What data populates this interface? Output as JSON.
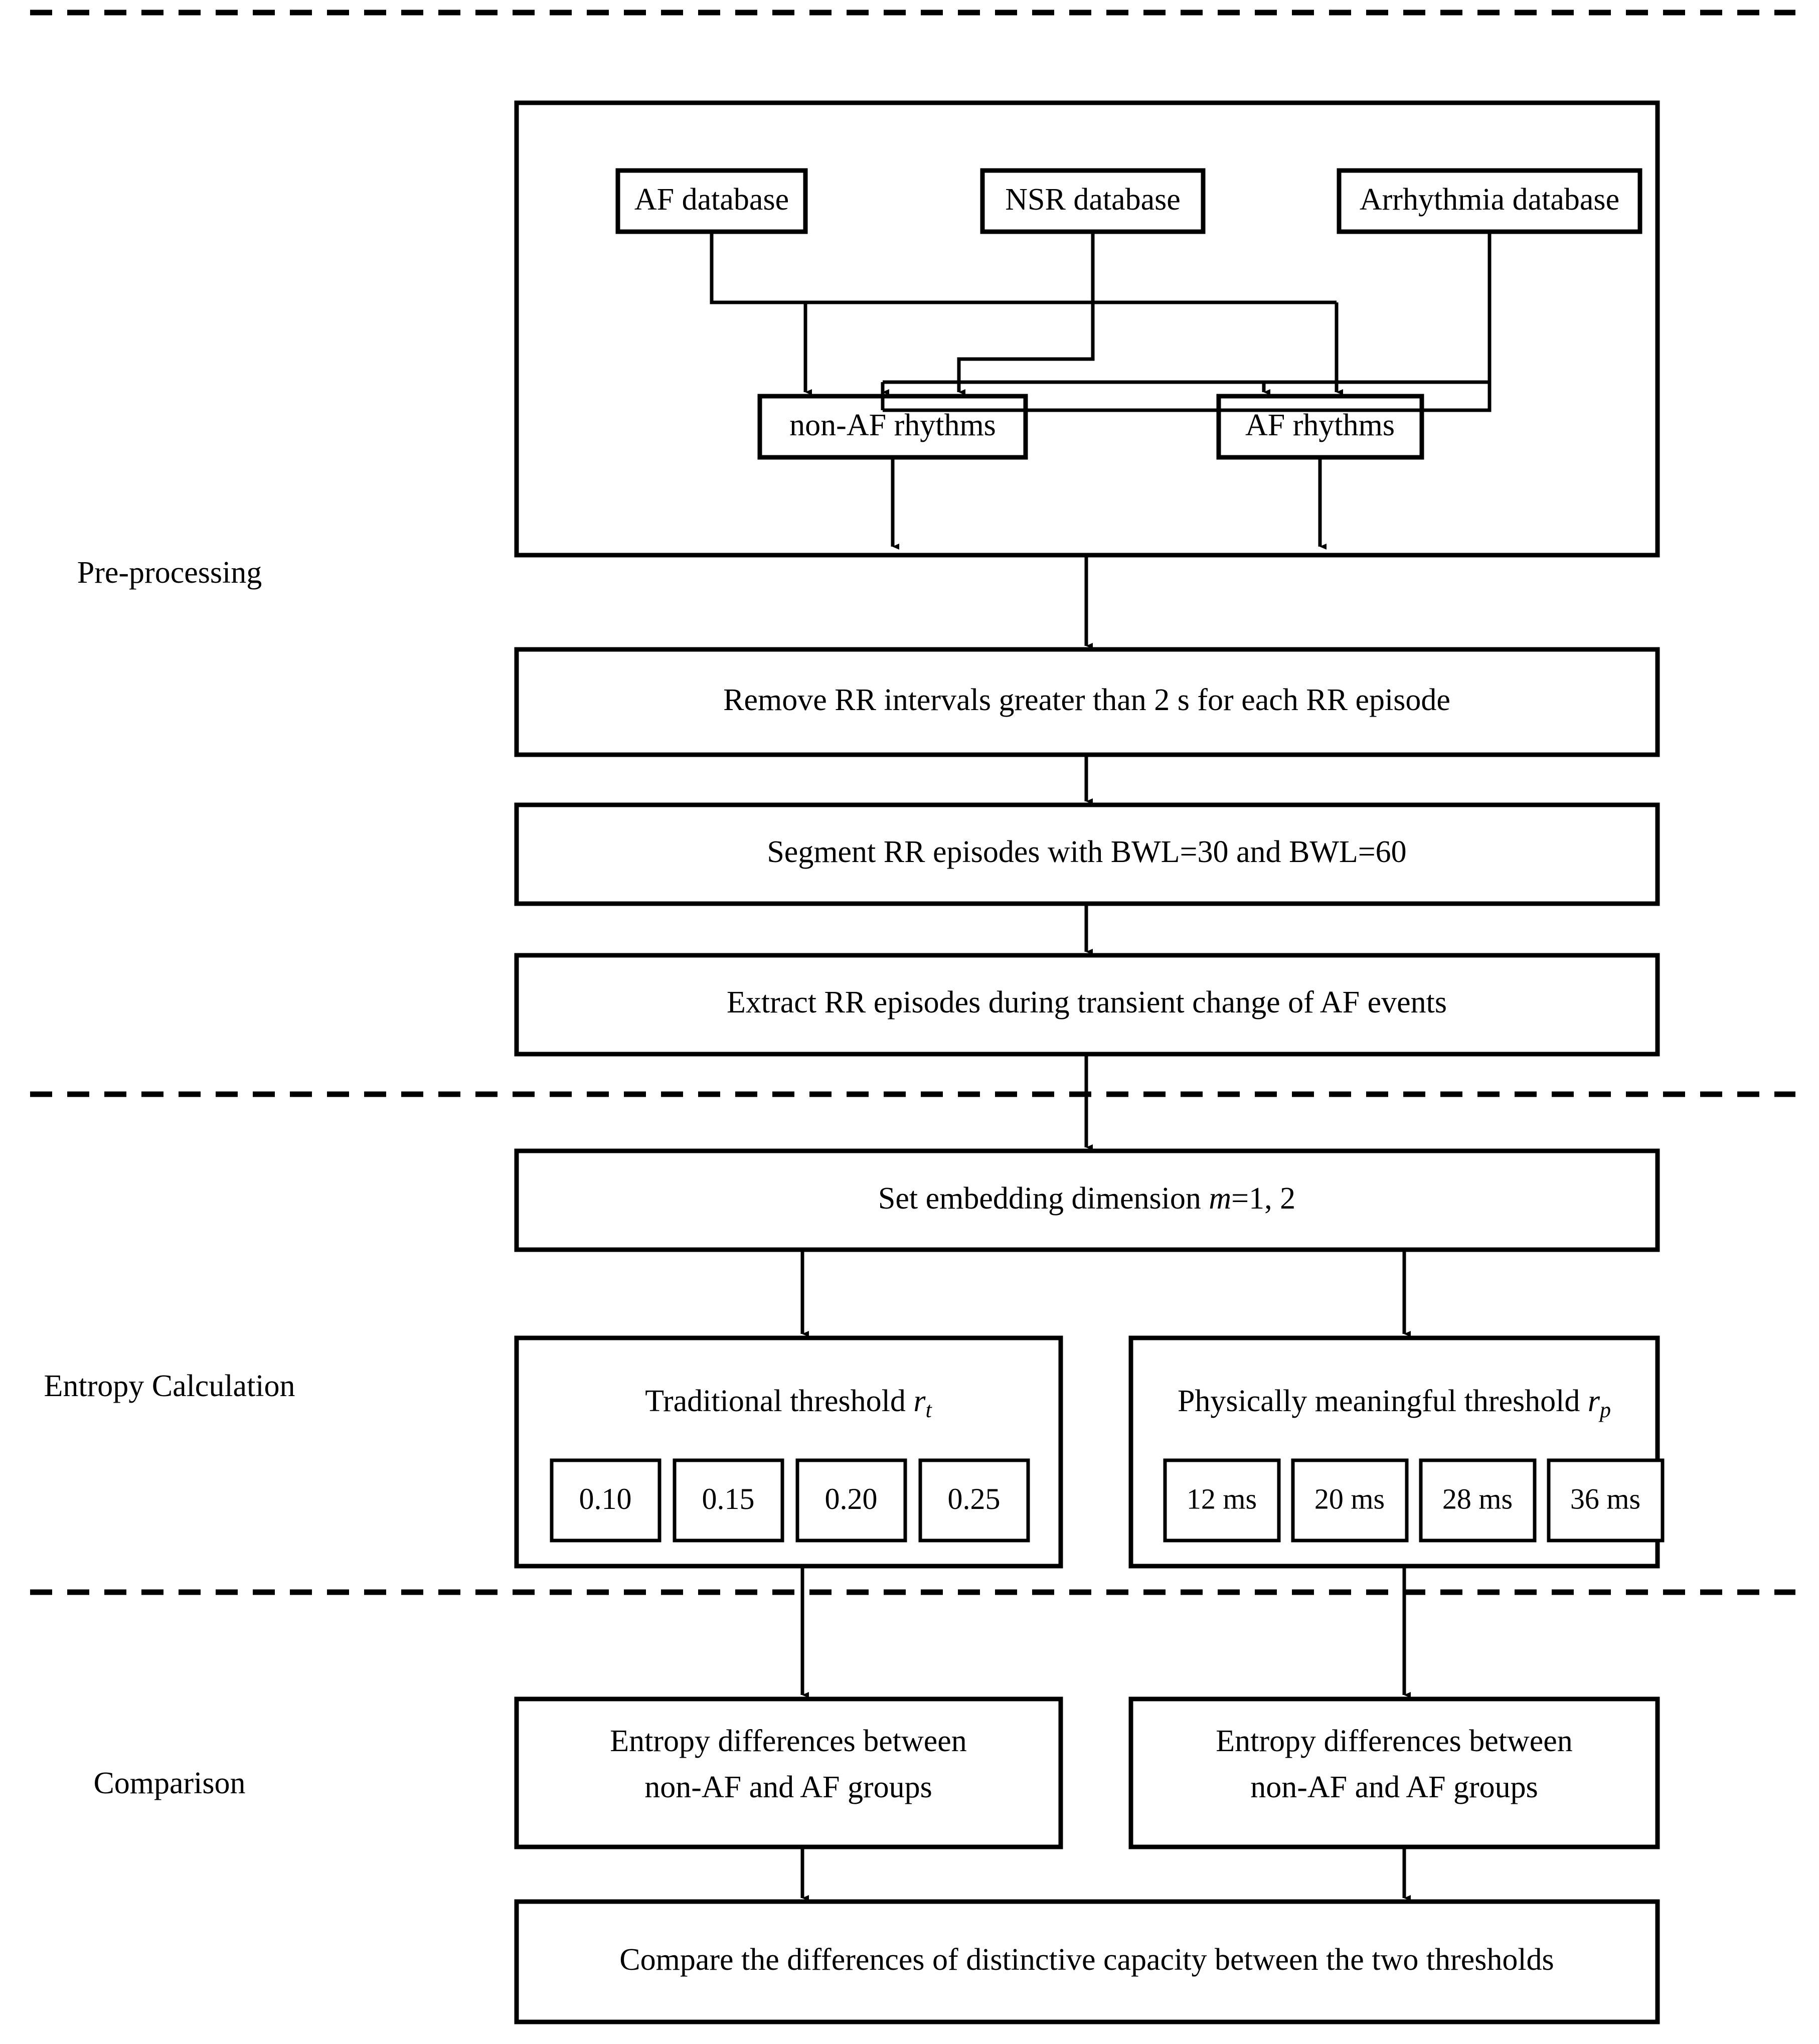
{
  "diagram": {
    "title": "AF entropy analysis workflow flowchart",
    "stroke_color": "#000000",
    "fill_color": "#ffffff",
    "background": "#ffffff"
  },
  "stages": [
    {
      "id": "pre-processing",
      "label": "Pre-processing"
    },
    {
      "id": "entropy-calculation",
      "label": "Entropy Calculation"
    },
    {
      "id": "comparison",
      "label": "Comparison"
    }
  ],
  "databases": [
    {
      "id": "af-database",
      "label": "AF database"
    },
    {
      "id": "nsr-database",
      "label": "NSR database"
    },
    {
      "id": "arrhythmia-database",
      "label": "Arrhythmia database"
    }
  ],
  "rhythms": [
    {
      "id": "non-af-rhythms",
      "label": "non-AF rhythms"
    },
    {
      "id": "af-rhythms",
      "label": "AF rhythms"
    }
  ],
  "preprocess_steps": [
    {
      "id": "remove-rr",
      "label": "Remove RR intervals greater than 2 s for each RR episode"
    },
    {
      "id": "segment-rr",
      "label": "Segment RR episodes with BWL=30 and BWL=60"
    },
    {
      "id": "extract-rr",
      "label": "Extract RR episodes during transient change of AF events"
    }
  ],
  "embedding": {
    "id": "set-embedding-dimension",
    "prefix": "Set embedding dimension ",
    "symbol": "m",
    "suffix": "=1, 2",
    "label": "Set embedding dimension m=1, 2"
  },
  "thresholds": [
    {
      "id": "traditional-threshold",
      "prefix": "Traditional threshold ",
      "symbol": "r",
      "subscript": "t",
      "label": "Traditional threshold r",
      "values": [
        "0.10",
        "0.15",
        "0.20",
        "0.25"
      ]
    },
    {
      "id": "physical-threshold",
      "prefix": "Physically meaningful threshold ",
      "symbol": "r",
      "subscript": "p",
      "label": "Physically meaningful threshold r",
      "values": [
        "12 ms",
        "20 ms",
        "28 ms",
        "36 ms"
      ]
    }
  ],
  "entropy_diff": [
    {
      "id": "entropy-diff-traditional",
      "line1": "Entropy differences between",
      "line2": "non-AF and AF groups"
    },
    {
      "id": "entropy-diff-physical",
      "line1": "Entropy differences between",
      "line2": "non-AF and AF groups"
    }
  ],
  "final_step": {
    "id": "compare-distinctive-capacity",
    "label": "Compare the differences of distinctive capacity between the two thresholds"
  }
}
